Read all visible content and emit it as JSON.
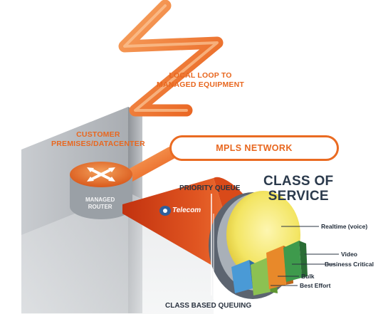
{
  "labels": {
    "local_loop_line1": "LOCAL LOOP TO",
    "local_loop_line2": "MANAGED EQUIPMENT",
    "customer_line1": "CUSTOMER",
    "customer_line2": "PREMISES/DATACENTER",
    "mpls_network": "MPLS NETWORK",
    "class_of_line1": "CLASS OF",
    "class_of_line2": "SERVICE",
    "priority_queue": "PRIORITY QUEUE",
    "class_based_queuing": "CLASS BASED QUEUING",
    "router_line1": "MANAGED",
    "router_line2": "ROUTER",
    "logo": "Telecom"
  },
  "legend": [
    {
      "label": "Realtime (voice)",
      "color": "#f5e96a"
    },
    {
      "label": "Video",
      "color": "#3e9a4c"
    },
    {
      "label": "Business Critical",
      "color": "#e8892a"
    },
    {
      "label": "Bulk",
      "color": "#4a9ad6"
    },
    {
      "label": "Best Effort",
      "color": "#8cc152"
    }
  ],
  "colors": {
    "accent_orange": "#ea6b22",
    "dark_red_orange": "#c83a12",
    "wall_gray": "#b9bcc0",
    "text_dark": "#2b3a4c"
  }
}
